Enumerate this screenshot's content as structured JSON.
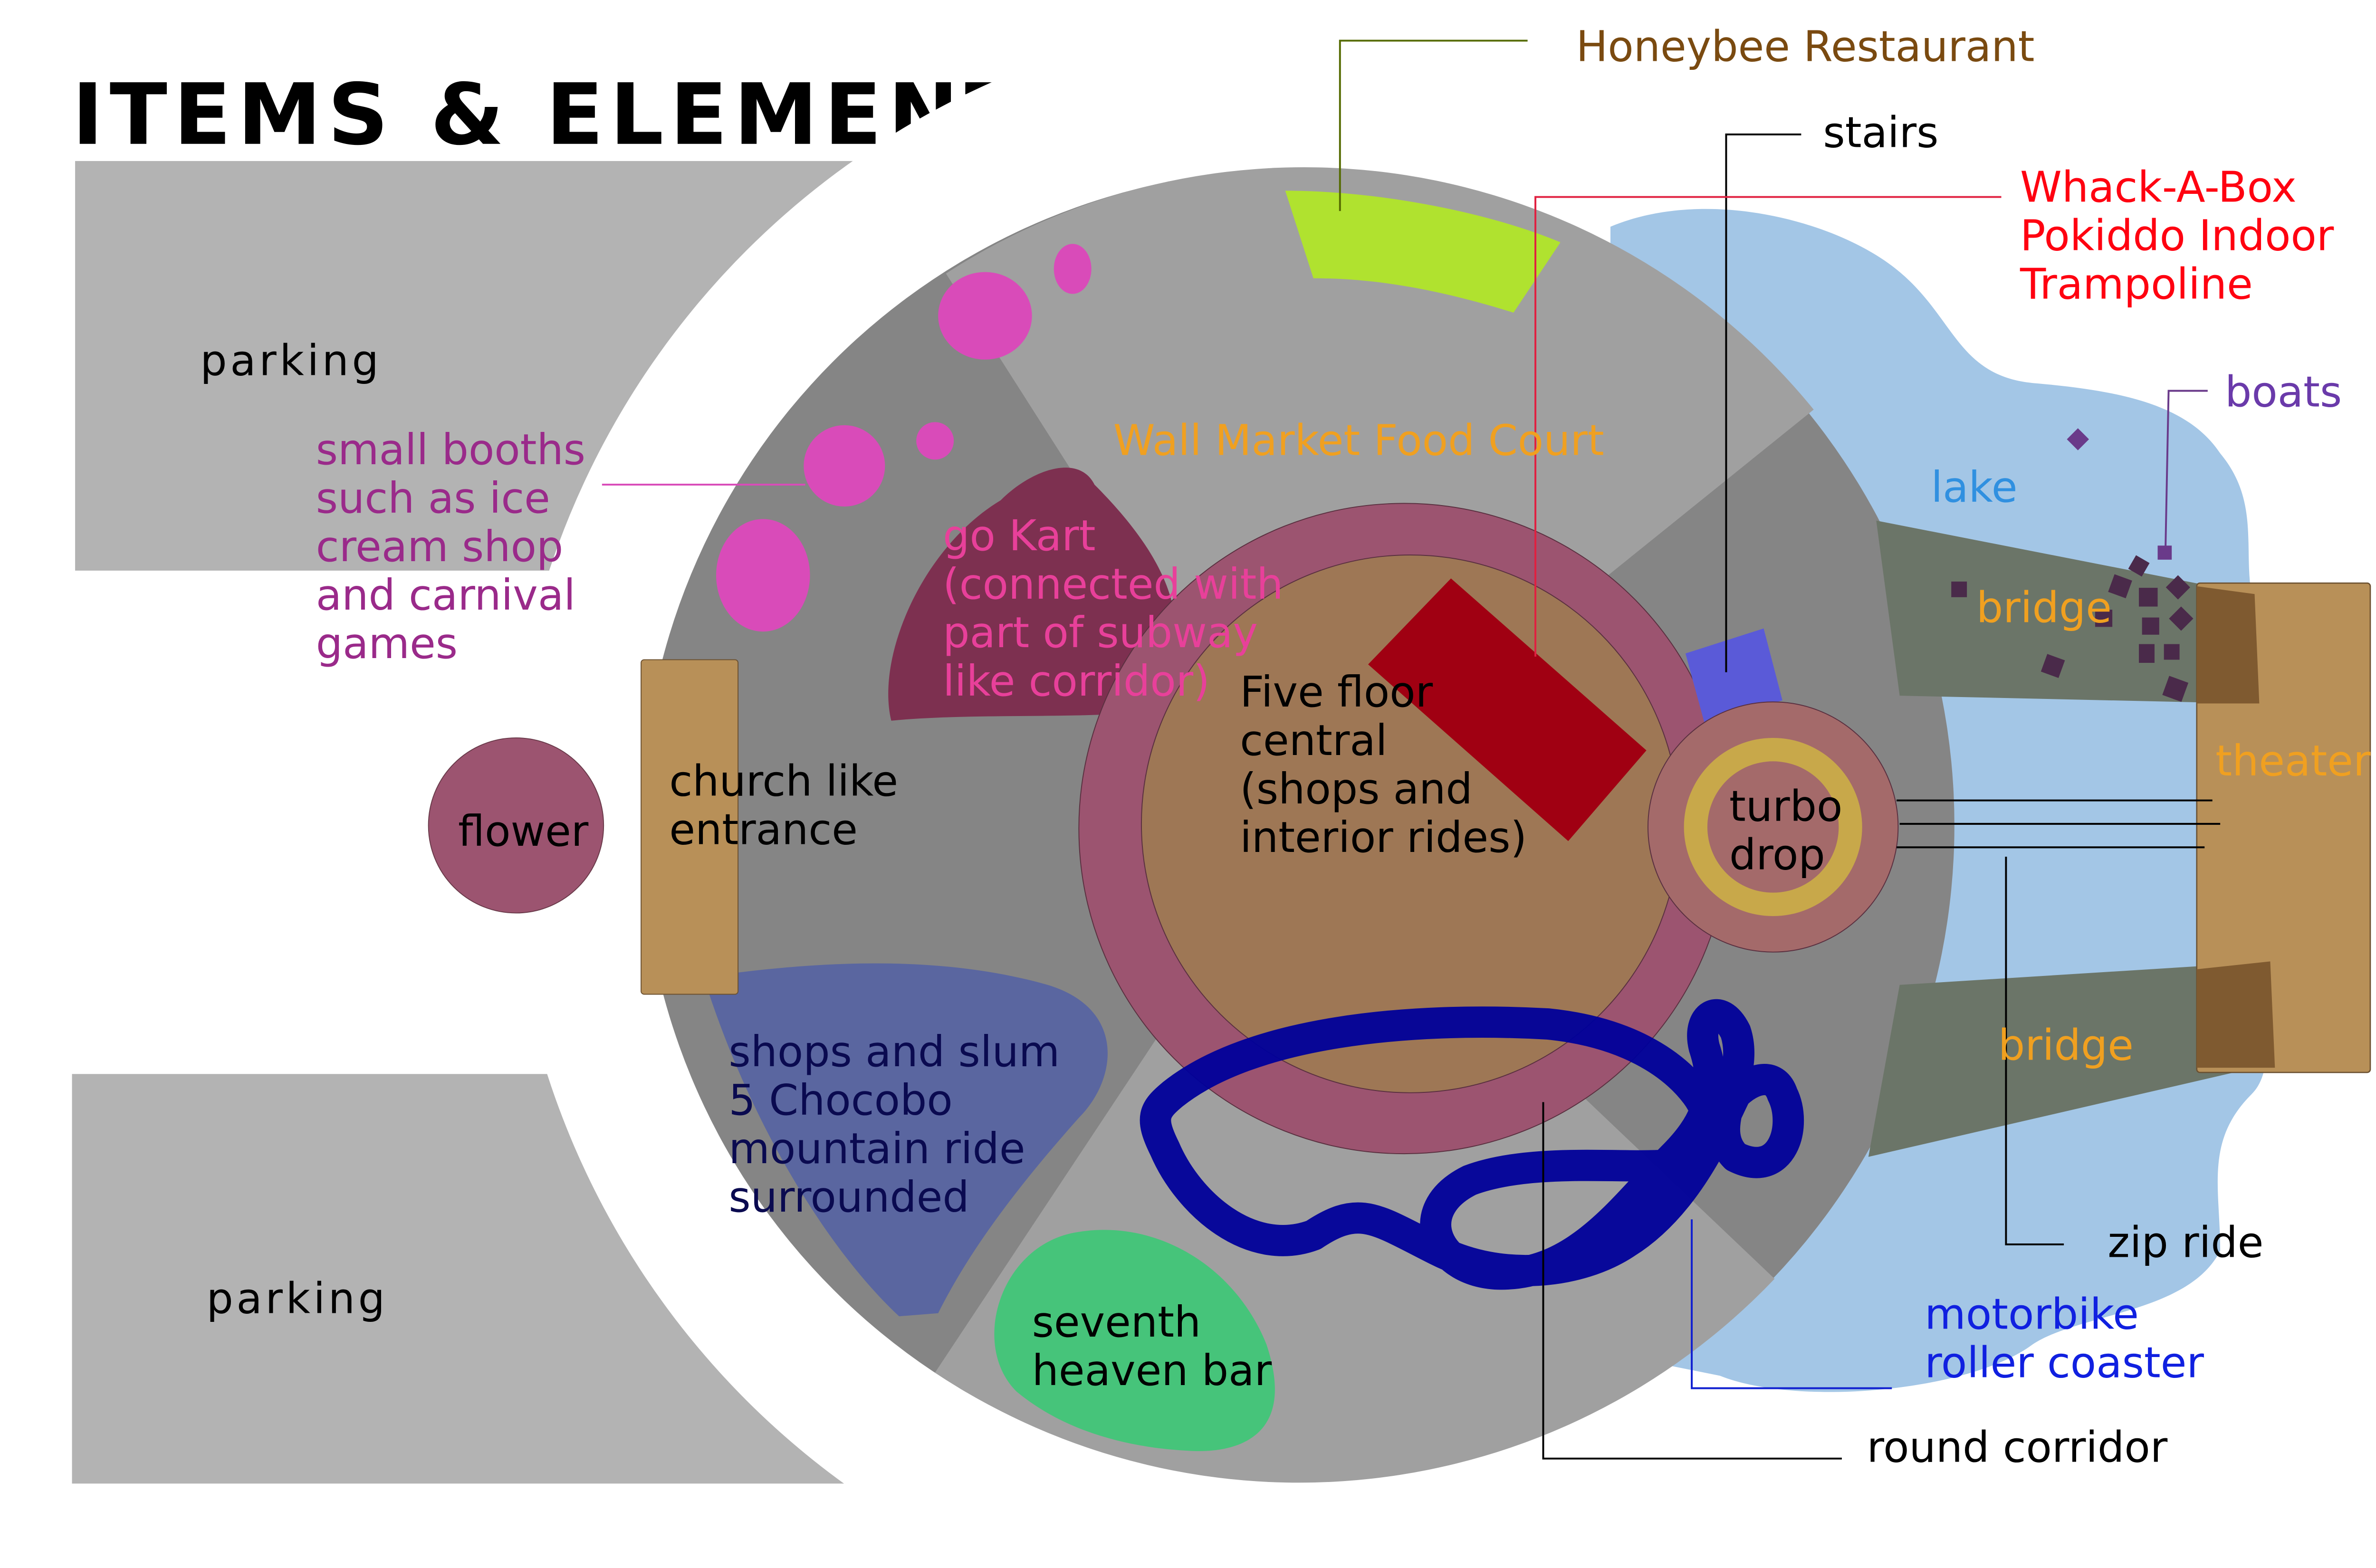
{
  "title": "ITEMS & ELEMENTS",
  "colors": {
    "parking": "#b3b3b3",
    "park_dark": "#858585",
    "park_light": "#a0a0a0",
    "lake": "#a3c6e6",
    "central_ring": "#9c5470",
    "central_core": "#9e7755",
    "coaster": "#00009a",
    "theater": "#b89058"
  },
  "labels": {
    "parking_top": "parking",
    "parking_bottom": "parking",
    "small_booths": [
      "small booths",
      "such as ice",
      "cream shop",
      "and carnival",
      "games"
    ],
    "flower": "flower",
    "church": [
      "church like",
      "entrance"
    ],
    "go_kart": [
      "go Kart",
      "(connected with",
      "part of subway",
      "like corridor)"
    ],
    "food_court": "Wall Market Food Court",
    "central": [
      "Five floor",
      "central",
      "(shops and",
      "interior rides)"
    ],
    "shops_slum": [
      "shops and slum",
      "5 Chocobo",
      "mountain ride",
      "surrounded"
    ],
    "seventh_heaven": [
      "seventh",
      "heaven bar"
    ],
    "turbo_drop": [
      "turbo",
      "drop"
    ],
    "honeybee": "Honeybee Restaurant",
    "stairs": "stairs",
    "whack": [
      "Whack-A-Box",
      "Pokiddo Indoor",
      "Trampoline"
    ],
    "boats": "boats",
    "lake": "lake",
    "bridge_top": "bridge",
    "bridge_bottom": "bridge",
    "theater": "theater",
    "zip_ride": "zip ride",
    "motorbike": [
      "motorbike",
      "roller coaster"
    ],
    "round_corridor": "round corridor"
  }
}
